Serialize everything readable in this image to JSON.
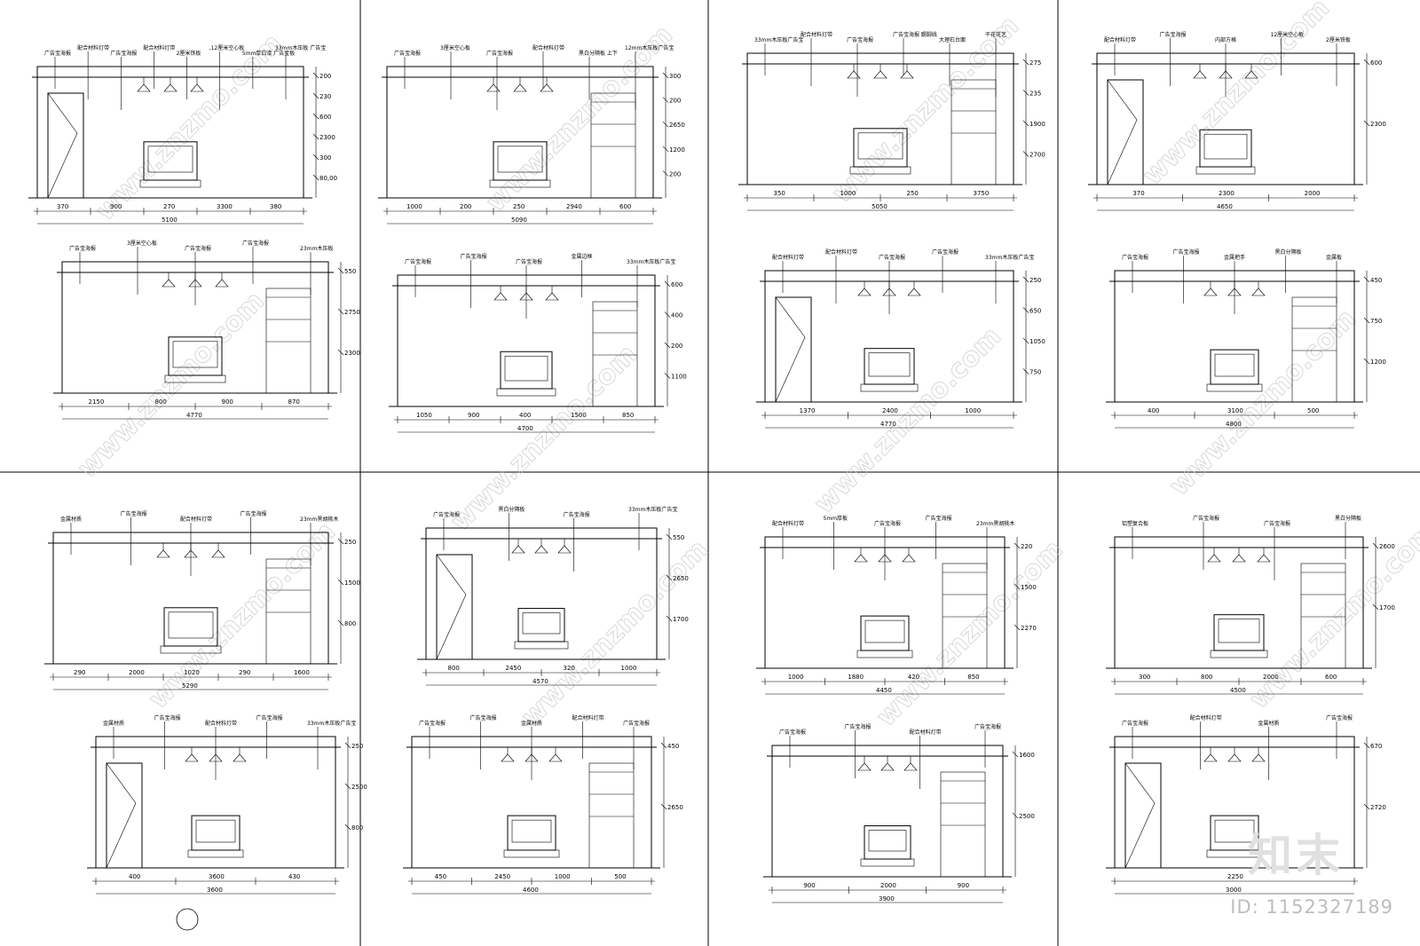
{
  "watermark": {
    "site": "www.znzmo.com",
    "logo_text": "知末",
    "id_text": "ID: 1152327189"
  },
  "elevations": [
    {
      "labels": [
        "广告宝海报",
        "配合材料灯带",
        "广告宝海报",
        "配合材料灯带",
        "2厘米铁板",
        ",12厘米空心板",
        "5mm厚白漆 广告宝板",
        "33mm木压板 广告宝"
      ],
      "dims_top": [
        "200",
        "230",
        "600",
        "2300",
        "300",
        "80,00"
      ],
      "dims_bottom": [
        "370",
        "900",
        "270",
        "3300",
        "380",
        "5100"
      ]
    },
    {
      "labels": [
        "广告宝海报",
        "3厘米空心板",
        "广告宝海报",
        "配合材料灯带",
        "黑白分隔板 上下",
        "12mm木压板广告宝"
      ],
      "dims_top": [
        "300",
        "200",
        "2650",
        "1200",
        "200"
      ],
      "dims_bottom": [
        "1000",
        "200",
        "250",
        "2940",
        "600",
        "5090"
      ]
    },
    {
      "labels": [
        "33mm木压板广告宝",
        "配合材料灯带",
        "广告宝海报",
        "广告宝海报 踢脚线",
        "大理石台面",
        "干花花艺"
      ],
      "dims_top": [
        "275",
        "235",
        "1900",
        "2700"
      ],
      "dims_bottom": [
        "350",
        "1000",
        "250",
        "3750",
        "5050"
      ]
    },
    {
      "labels": [
        "配合材料灯带",
        "广告宝海报",
        "内部方格",
        "12厘米空心板",
        "2厘米铁板"
      ],
      "dims_top": [
        "600",
        "2300"
      ],
      "dims_bottom": [
        "370",
        "2300",
        "2000",
        "4650"
      ]
    },
    {
      "labels": [
        "广告宝海报",
        "3厘米空心板",
        "广告宝海报",
        "广告宝海报",
        "23mm木压板"
      ],
      "dims_top": [
        "550",
        "2750",
        "2300"
      ],
      "dims_bottom": [
        "2150",
        "800",
        "900",
        "870",
        "4770"
      ]
    },
    {
      "labels": [
        "广告宝海报",
        "广告宝海报",
        "广告宝海报",
        "金属边框",
        "33mm木压板广告宝"
      ],
      "dims_top": [
        "600",
        "400",
        "200",
        "1100"
      ],
      "dims_bottom": [
        "1050",
        "900",
        "400",
        "1500",
        "850",
        "4700"
      ]
    },
    {
      "labels": [
        "配合材料灯带",
        "配合材料灯带",
        "广告宝海报",
        "广告宝海报",
        "33mm木压板广告宝"
      ],
      "dims_top": [
        "250",
        "650",
        "1050",
        "750"
      ],
      "dims_bottom": [
        "1370",
        "2400",
        "1000",
        "4770"
      ]
    },
    {
      "labels": [
        "广告宝海报",
        "广告宝海报",
        "金属把手",
        "黑白分隔板",
        "金属板"
      ],
      "dims_top": [
        "450",
        "750",
        "1200"
      ],
      "dims_bottom": [
        "400",
        "3100",
        "500",
        "4800"
      ]
    },
    {
      "labels": [
        "金属材质",
        "广告宝海报",
        "配合材料灯带",
        "广告宝海报",
        "23mm黑胡桃木"
      ],
      "dims_top": [
        "250",
        "1500",
        "800"
      ],
      "dims_bottom": [
        "290",
        "2000",
        "1020",
        "290",
        "1600",
        "5290"
      ]
    },
    {
      "labels": [
        "广告宝海报",
        "黑白分隔板",
        "广告宝海报",
        "33mm木压板广告宝"
      ],
      "dims_top": [
        "550",
        "2650",
        "1700"
      ],
      "dims_bottom": [
        "800",
        "2450",
        "320",
        "1000",
        "4570"
      ]
    },
    {
      "labels": [
        "配合材料灯带",
        "5mm厚板",
        "广告宝海报",
        "广告宝海报",
        "23mm黑胡桃木"
      ],
      "dims_top": [
        "220",
        "1500",
        "2270"
      ],
      "dims_bottom": [
        "1000",
        "1880",
        "420",
        "850",
        "4450"
      ]
    },
    {
      "labels": [
        "铝塑复合板",
        "广告宝海报",
        "广告宝海报",
        "黑白分隔板"
      ],
      "dims_top": [
        "2600",
        "1700"
      ],
      "dims_bottom": [
        "300",
        "800",
        "2000",
        "600",
        "4500"
      ]
    },
    {
      "labels": [
        "金属材质",
        "广告宝海报",
        "配合材料灯带",
        "广告宝海报",
        "33mm木压板广告宝"
      ],
      "dims_top": [
        "250",
        "2500",
        "800"
      ],
      "dims_bottom": [
        "400",
        "3600",
        "430",
        "3600"
      ]
    },
    {
      "labels": [
        "广告宝海报",
        "广告宝海报",
        "金属材质",
        "配合材料灯带",
        "广告宝海报"
      ],
      "dims_top": [
        "450",
        "2650"
      ],
      "dims_bottom": [
        "450",
        "2450",
        "1000",
        "500",
        "4600"
      ]
    },
    {
      "labels": [
        "广告宝海报",
        "广告宝海报",
        "配合材料灯带",
        "广告宝海报"
      ],
      "dims_top": [
        "1600",
        "2500"
      ],
      "dims_bottom": [
        "900",
        "2000",
        "900",
        "3900"
      ]
    },
    {
      "labels": [
        "广告宝海报",
        "配合材料灯带",
        "金属材质",
        "广告宝海报"
      ],
      "dims_top": [
        "670",
        "2720"
      ],
      "dims_bottom": [
        "2250",
        "3000"
      ]
    }
  ]
}
